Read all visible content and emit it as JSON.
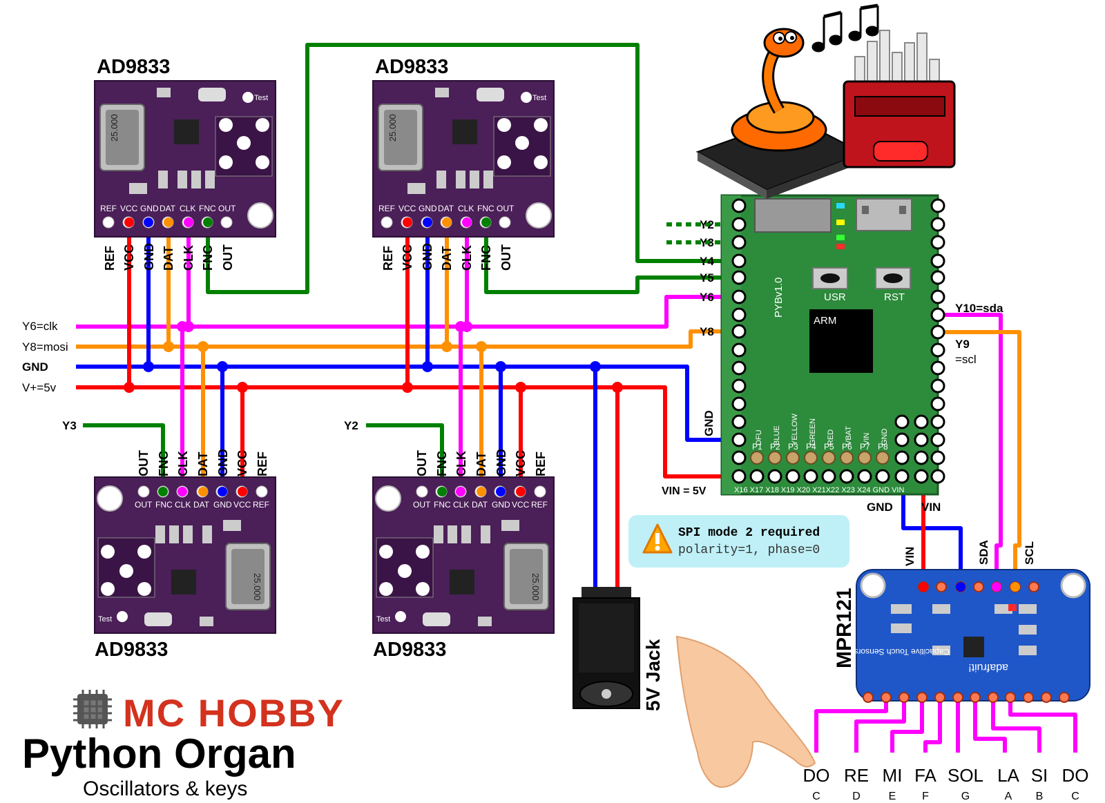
{
  "title": "Python Organ",
  "subtitle": "Oscillators & keys",
  "brand": "MC HOBBY",
  "modules": {
    "ad_name": "AD9833",
    "ad_pins_top": [
      "REF",
      "VCC",
      "GND",
      "DAT",
      "CLK",
      "FNC",
      "OUT"
    ],
    "ad_pins_bottom": [
      "OUT",
      "FNC",
      "CLK",
      "DAT",
      "GND",
      "VCC",
      "REF"
    ],
    "ad_board_text": "Test",
    "crystal_text": "25.000",
    "mpr_name": "MPR121",
    "mpr_board_text": "adafruit!",
    "mpr_top_pins": [
      "VIN",
      "SDA",
      "SCL"
    ],
    "mpr_touch_text": "Capacitive Touch Sensors",
    "jack_label": "5V Jack"
  },
  "bus": {
    "clk": "Y6=clk",
    "mosi": "Y8=mosi",
    "gnd": "GND",
    "vplus": "V+=5v",
    "y3": "Y3",
    "y2": "Y2"
  },
  "pyboard": {
    "version": "PYBv1.0",
    "cpu": "ARM",
    "usr": "USR",
    "rst": "RST",
    "left_pins": [
      "Y2",
      "Y3",
      "Y4",
      "Y5",
      "Y6",
      "Y8"
    ],
    "gnd": "GND",
    "vin": "VIN = 5V",
    "y10": "Y10=sda",
    "y9_a": "Y9",
    "y9_b": "=scl",
    "bottom_gnd": "GND",
    "bottom_vin": "VIN",
    "leds": [
      "DFU",
      "BLUE",
      "YELLOW",
      "GREEN",
      "RED",
      "VBAT",
      "VIN",
      "GND"
    ],
    "p_pins": [
      "P1",
      "P2",
      "P3",
      "P4",
      "P5",
      "P6",
      "P7",
      "P8"
    ],
    "x_bottom": "X16 X17 X18 X19 X20 X21X22 X23 X24 GND VIN"
  },
  "note": {
    "line1": "SPI mode 2 required",
    "line2": "polarity=1, phase=0"
  },
  "keys": [
    {
      "name": "DO",
      "letter": "C"
    },
    {
      "name": "RE",
      "letter": "D"
    },
    {
      "name": "MI",
      "letter": "E"
    },
    {
      "name": "FA",
      "letter": "F"
    },
    {
      "name": "SOL",
      "letter": "G"
    },
    {
      "name": "LA",
      "letter": "A"
    },
    {
      "name": "SI",
      "letter": "B"
    },
    {
      "name": "DO",
      "letter": "C"
    }
  ],
  "colors": {
    "red": "#ff0000",
    "blue": "#0000ff",
    "orange": "#ff9000",
    "magenta": "#ff00ff",
    "green": "#008000",
    "pcb_green": "#2d8b3c",
    "ad_purple": "#4b1f58",
    "mpr_blue": "#1f57c8"
  }
}
